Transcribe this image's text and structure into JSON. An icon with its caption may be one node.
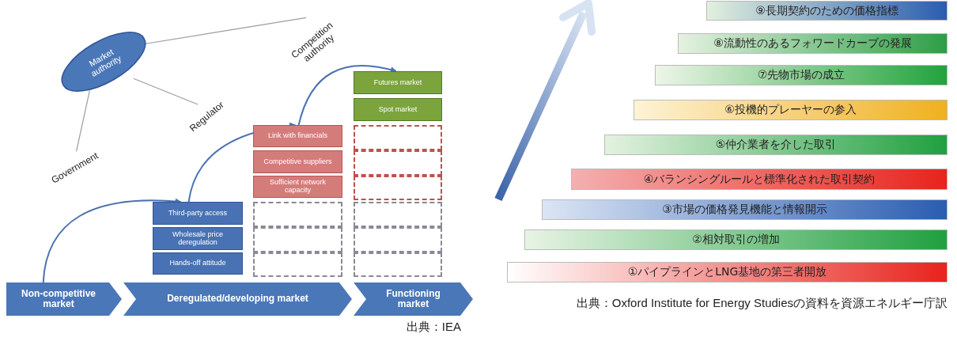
{
  "diagram": {
    "nodes": [
      {
        "text": [
          "Market authority"
        ]
      },
      {
        "text": [
          "Government"
        ]
      },
      {
        "text": [
          "Regulator"
        ]
      },
      {
        "text": [
          "Competition authority"
        ]
      },
      {
        "text": [
          "Third-party access"
        ]
      },
      {
        "text": [
          "Wholesale price deregulation"
        ]
      },
      {
        "text": [
          "Hands-off attitude"
        ]
      },
      {
        "text": [
          "Link with financials"
        ]
      },
      {
        "text": [
          "Competitive suppliers"
        ]
      },
      {
        "text": [
          "Sufficient network capacity"
        ]
      },
      {
        "text": [],
        "shape": "box"
      },
      {
        "text": [],
        "shape": "box"
      },
      {
        "text": [],
        "shape": "box"
      },
      {
        "text": [
          "Futures market"
        ]
      },
      {
        "text": [
          "Spot market"
        ]
      },
      {
        "text": [],
        "shape": "box"
      },
      {
        "text": [],
        "shape": "box"
      },
      {
        "text": [],
        "shape": "box"
      },
      {
        "text": [],
        "shape": "box"
      },
      {
        "text": [],
        "shape": "box"
      },
      {
        "text": [],
        "shape": "box"
      },
      {
        "text": [
          "Non-competitive market"
        ]
      },
      {
        "text": [
          "Deregulated/developing market"
        ]
      },
      {
        "text": [
          "Functioning market"
        ]
      },
      {
        "text": [
          "⑨長期契約のための価格指標"
        ]
      },
      {
        "text": [
          "⑧流動性のあるフォワードカーブの発展"
        ]
      },
      {
        "text": [
          "⑦先物市場の成立"
        ]
      },
      {
        "text": [
          "⑥投機的プレーヤーの参入"
        ]
      },
      {
        "text": [
          "⑤仲介業者を介した取引"
        ]
      },
      {
        "text": [
          "④バランシングルールと標準化された取引契約"
        ]
      },
      {
        "text": [
          "③市場の価格発見機能と情報開示"
        ]
      },
      {
        "text": [
          "②相対取引の増加"
        ]
      },
      {
        "text": [
          "①パイプラインとLNG基地の第三者開放"
        ]
      }
    ],
    "edges": [
      {
        "from": 0,
        "to": 1,
        "arrow": "none"
      },
      {
        "from": 0,
        "to": 2,
        "arrow": "none"
      },
      {
        "from": 0,
        "to": 3,
        "arrow": "none"
      },
      {
        "from": 21,
        "to": 4,
        "arrow": "to",
        "color": "#4a72b0"
      },
      {
        "from": 4,
        "to": 7,
        "arrow": "to",
        "color": "#4a72b0"
      },
      {
        "from": 7,
        "to": 13,
        "arrow": "to",
        "color": "#4a72b0"
      }
    ],
    "labels": [
      "出典：IEA",
      "出典：Oxford Institute for Energy Studiesの資料を資源エネルギー庁訳"
    ]
  }
}
